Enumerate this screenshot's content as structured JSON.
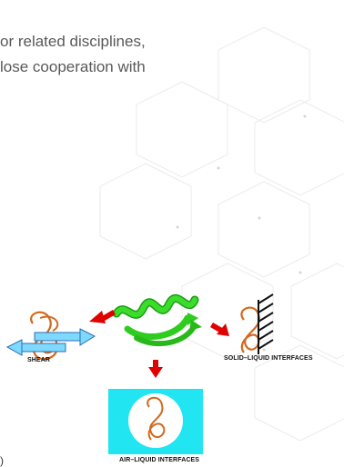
{
  "text": {
    "line1": "or related disciplines,",
    "line2": "lose cooperation with"
  },
  "figure": {
    "shear_label": "SHEAR",
    "solid_label": "SOLID–LIQUID INTERFACES",
    "air_label": "AIR–LIQUID INTERFACES",
    "cut_char": ")"
  },
  "colors": {
    "text": "#595959",
    "protein": "#d2691e",
    "helix": "#2ecc1e",
    "arrow": "#e00000",
    "shear_arrow": "#7fd8ff",
    "air_box": "#22e5f2"
  },
  "icons": [
    "hexagon-grid-background",
    "protein-icon",
    "arrow-icon"
  ]
}
